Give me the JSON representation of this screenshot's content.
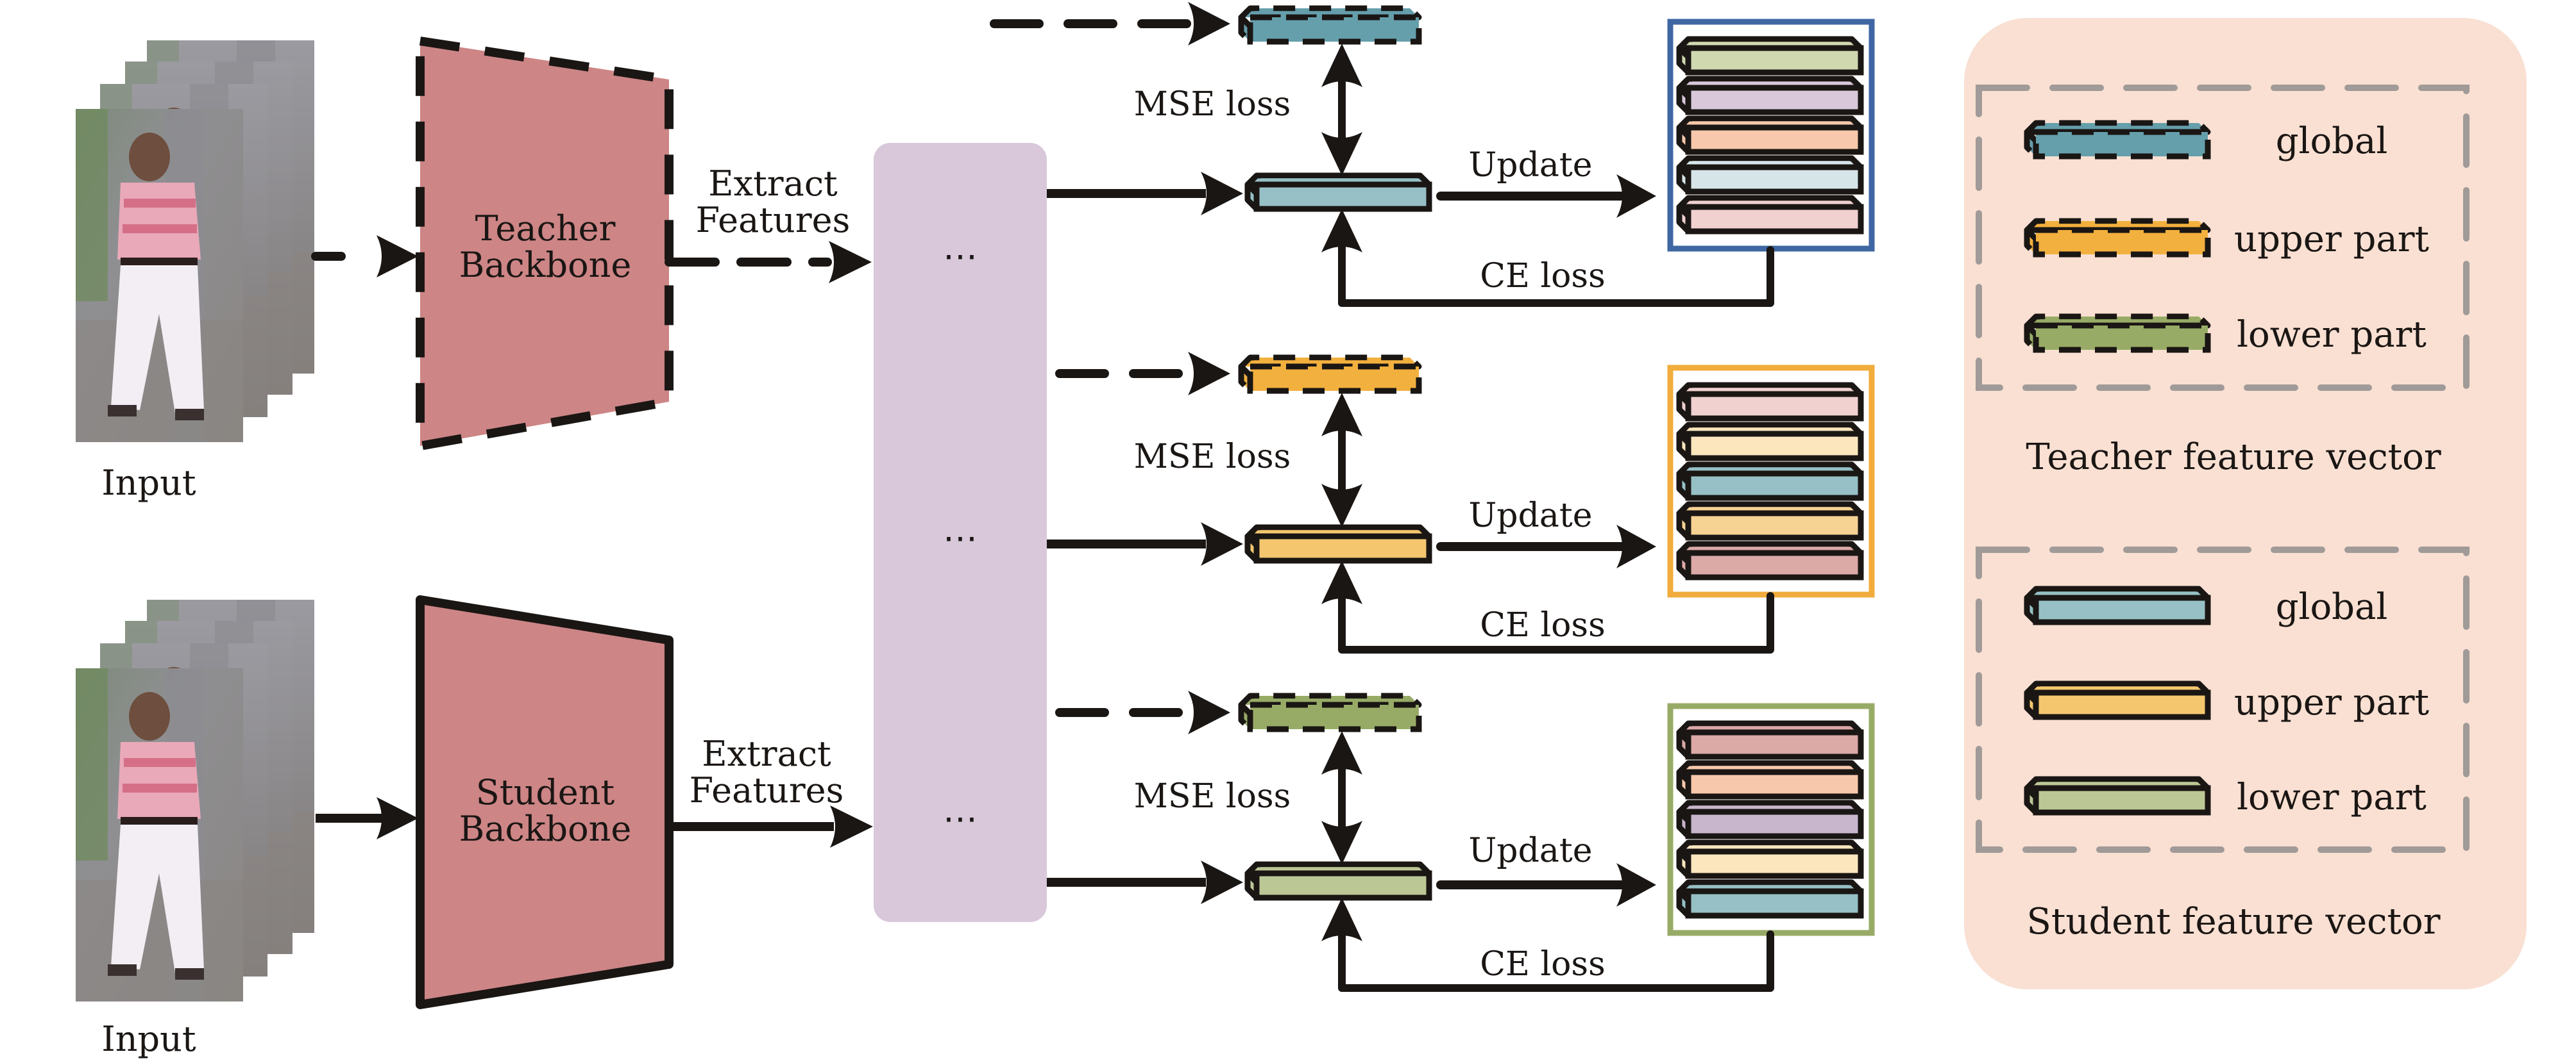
{
  "diagram": {
    "title": "Teacher-student feature distillation with global / upper / lower part features",
    "inputs": [
      {
        "id": "teacher",
        "label": "Input"
      },
      {
        "id": "student",
        "label": "Input"
      }
    ],
    "backbones": [
      {
        "id": "teacher",
        "line1": "Teacher",
        "line2": "Backbone",
        "style": "dashed",
        "fill": "#CD8585"
      },
      {
        "id": "student",
        "line1": "Student",
        "line2": "Backbone",
        "style": "solid",
        "fill": "#CD8585"
      }
    ],
    "extract_labels": [
      {
        "id": "teacher",
        "line1": "Extract",
        "line2": "Features"
      },
      {
        "id": "student",
        "line1": "Extract",
        "line2": "Features"
      }
    ],
    "feature_column": {
      "fill": "#D8C8DA",
      "ellipsis": [
        "⋯",
        "⋯",
        "⋯"
      ]
    },
    "branches": [
      {
        "id": "global",
        "teacher_color": "#659FAB",
        "student_color": "#96C0C5",
        "memory_border": "#3F67A3",
        "memory_colors": [
          "#D0D8B0",
          "#D8C8DA",
          "#F7C8AC",
          "#D6E5E8",
          "#F0D1CF"
        ],
        "mse_label": "MSE loss",
        "update_label": "Update",
        "ce_label": "CE loss"
      },
      {
        "id": "upper",
        "teacher_color": "#F2B03E",
        "student_color": "#F4C76F",
        "memory_border": "#F1AC3B",
        "memory_colors": [
          "#F0D1CF",
          "#FBE6BE",
          "#96C0C5",
          "#F6D293",
          "#DBA9A6"
        ],
        "mse_label": "MSE loss",
        "update_label": "Update",
        "ce_label": "CE loss"
      },
      {
        "id": "lower",
        "teacher_color": "#97AB66",
        "student_color": "#BCC796",
        "memory_border": "#97AB66",
        "memory_colors": [
          "#DBA9A6",
          "#F7C8AC",
          "#C7B6CC",
          "#FBE6BE",
          "#96C0C5"
        ],
        "mse_label": "MSE loss",
        "update_label": "Update",
        "ce_label": "CE loss"
      }
    ],
    "legend": {
      "panel_fill": "#F9E0D2",
      "dash_color": "#A09A98",
      "groups": [
        {
          "id": "teacher",
          "caption": "Teacher feature vector",
          "style": "dashed",
          "items": [
            {
              "label": "global",
              "color": "#659FAB"
            },
            {
              "label": "upper part",
              "color": "#F2B03E"
            },
            {
              "label": "lower part",
              "color": "#97AB66"
            }
          ]
        },
        {
          "id": "student",
          "caption": "Student feature vector",
          "style": "solid",
          "items": [
            {
              "label": "global",
              "color": "#96C0C5"
            },
            {
              "label": "upper part",
              "color": "#F4C76F"
            },
            {
              "label": "lower part",
              "color": "#BCC796"
            }
          ]
        }
      ]
    }
  }
}
